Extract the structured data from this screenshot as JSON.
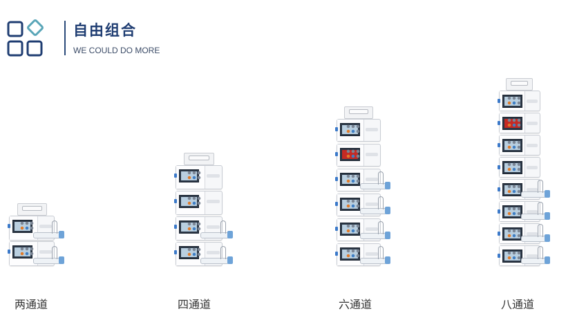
{
  "header": {
    "title_cn": "自由组合",
    "subtitle_en": "WE COULD DO MORE",
    "logo_icon": "squares-diamond-logo-icon"
  },
  "colors": {
    "brand": "#1f3d72",
    "accent": "#5aa6b8",
    "text": "#333333",
    "alarm_screen": "#c52a24"
  },
  "configurations": [
    {
      "label": "两通道",
      "channels": 2
    },
    {
      "label": "四通道",
      "channels": 4
    },
    {
      "label": "六通道",
      "channels": 6
    },
    {
      "label": "八通道",
      "channels": 8
    }
  ]
}
